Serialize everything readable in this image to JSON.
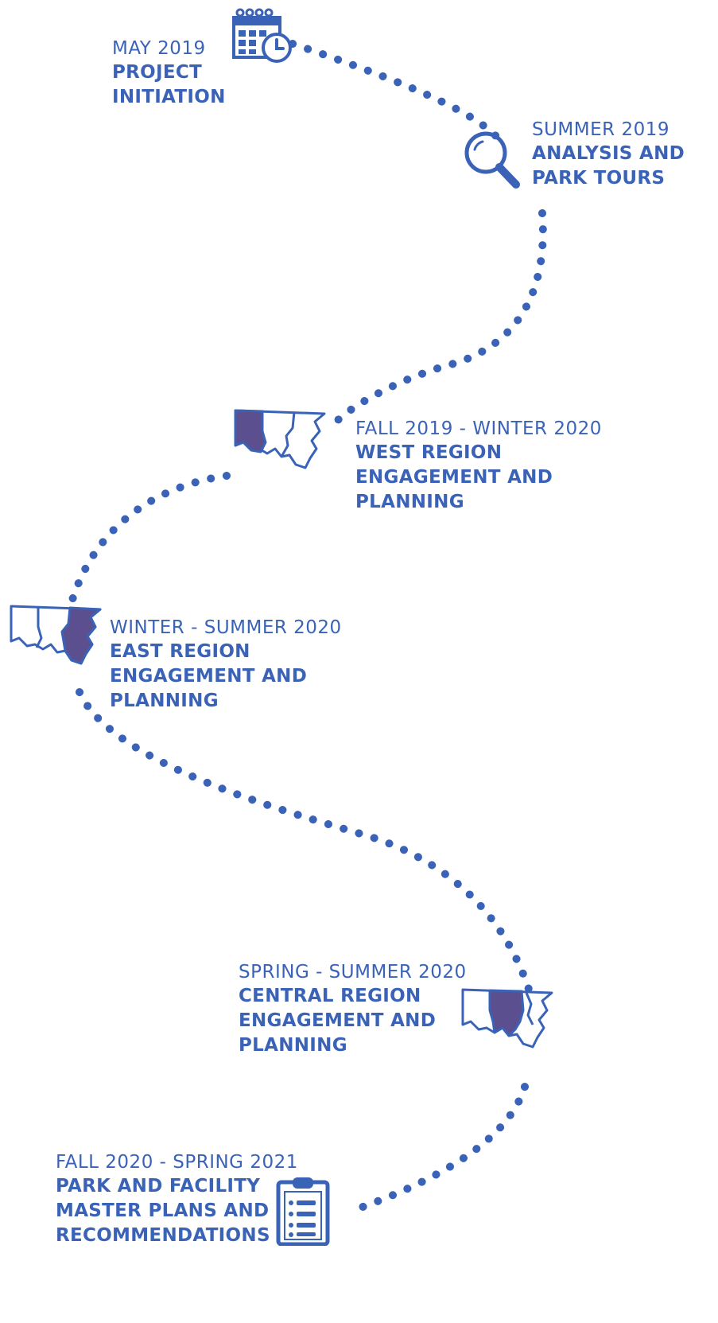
{
  "colors": {
    "primary_blue": "#3a63b8",
    "highlight_purple": "#5b4f8f",
    "white": "#ffffff"
  },
  "milestones": [
    {
      "date": "MAY 2019",
      "title_lines": [
        "PROJECT",
        "INITIATION"
      ],
      "icon": "calendar-clock-icon"
    },
    {
      "date": "SUMMER 2019",
      "title_lines": [
        "ANALYSIS AND",
        "PARK TOURS"
      ],
      "icon": "magnifying-glass-icon"
    },
    {
      "date": "FALL 2019 - WINTER 2020",
      "title_lines": [
        "WEST REGION",
        "ENGAGEMENT AND",
        "PLANNING"
      ],
      "icon": "region-map-west-icon"
    },
    {
      "date": "WINTER - SUMMER 2020",
      "title_lines": [
        "EAST REGION",
        "ENGAGEMENT AND",
        "PLANNING"
      ],
      "icon": "region-map-east-icon"
    },
    {
      "date": "SPRING - SUMMER 2020",
      "title_lines": [
        "CENTRAL REGION",
        "ENGAGEMENT AND",
        "PLANNING"
      ],
      "icon": "region-map-central-icon"
    },
    {
      "date": "FALL 2020 - SPRING 2021",
      "title_lines": [
        "PARK AND FACILITY",
        "MASTER PLANS AND",
        "RECOMMENDATIONS"
      ],
      "icon": "clipboard-list-icon"
    }
  ]
}
